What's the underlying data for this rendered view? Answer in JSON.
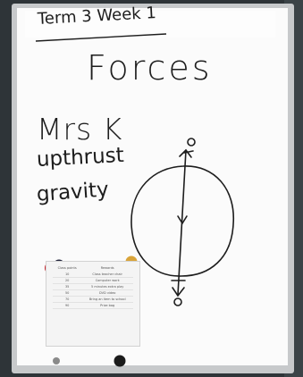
{
  "board": {
    "heading": "Term 3 Week 1",
    "title": "Forces",
    "teacher": "Mrs K",
    "forces": [
      "upthrust",
      "gravity"
    ]
  },
  "reward_chart": {
    "headers": [
      "Class points",
      "Rewards"
    ],
    "rows": [
      {
        "points": "10",
        "reward": "Class teacher chair"
      },
      {
        "points": "20",
        "reward": "Computer work"
      },
      {
        "points": "35",
        "reward": "5 minutes extra play"
      },
      {
        "points": "50",
        "reward": "DVD video"
      },
      {
        "points": "70",
        "reward": "Bring an item to school"
      },
      {
        "points": "90",
        "reward": "Prize bag"
      }
    ]
  },
  "colors": {
    "wall": "#2e3438",
    "frame": "#c7c9cb",
    "board": "#fbfbfb",
    "ink": "#1d1d1d",
    "magnet_red": "#c8232c",
    "magnet_navy": "#22243c",
    "magnet_gold": "#d9a43a"
  }
}
